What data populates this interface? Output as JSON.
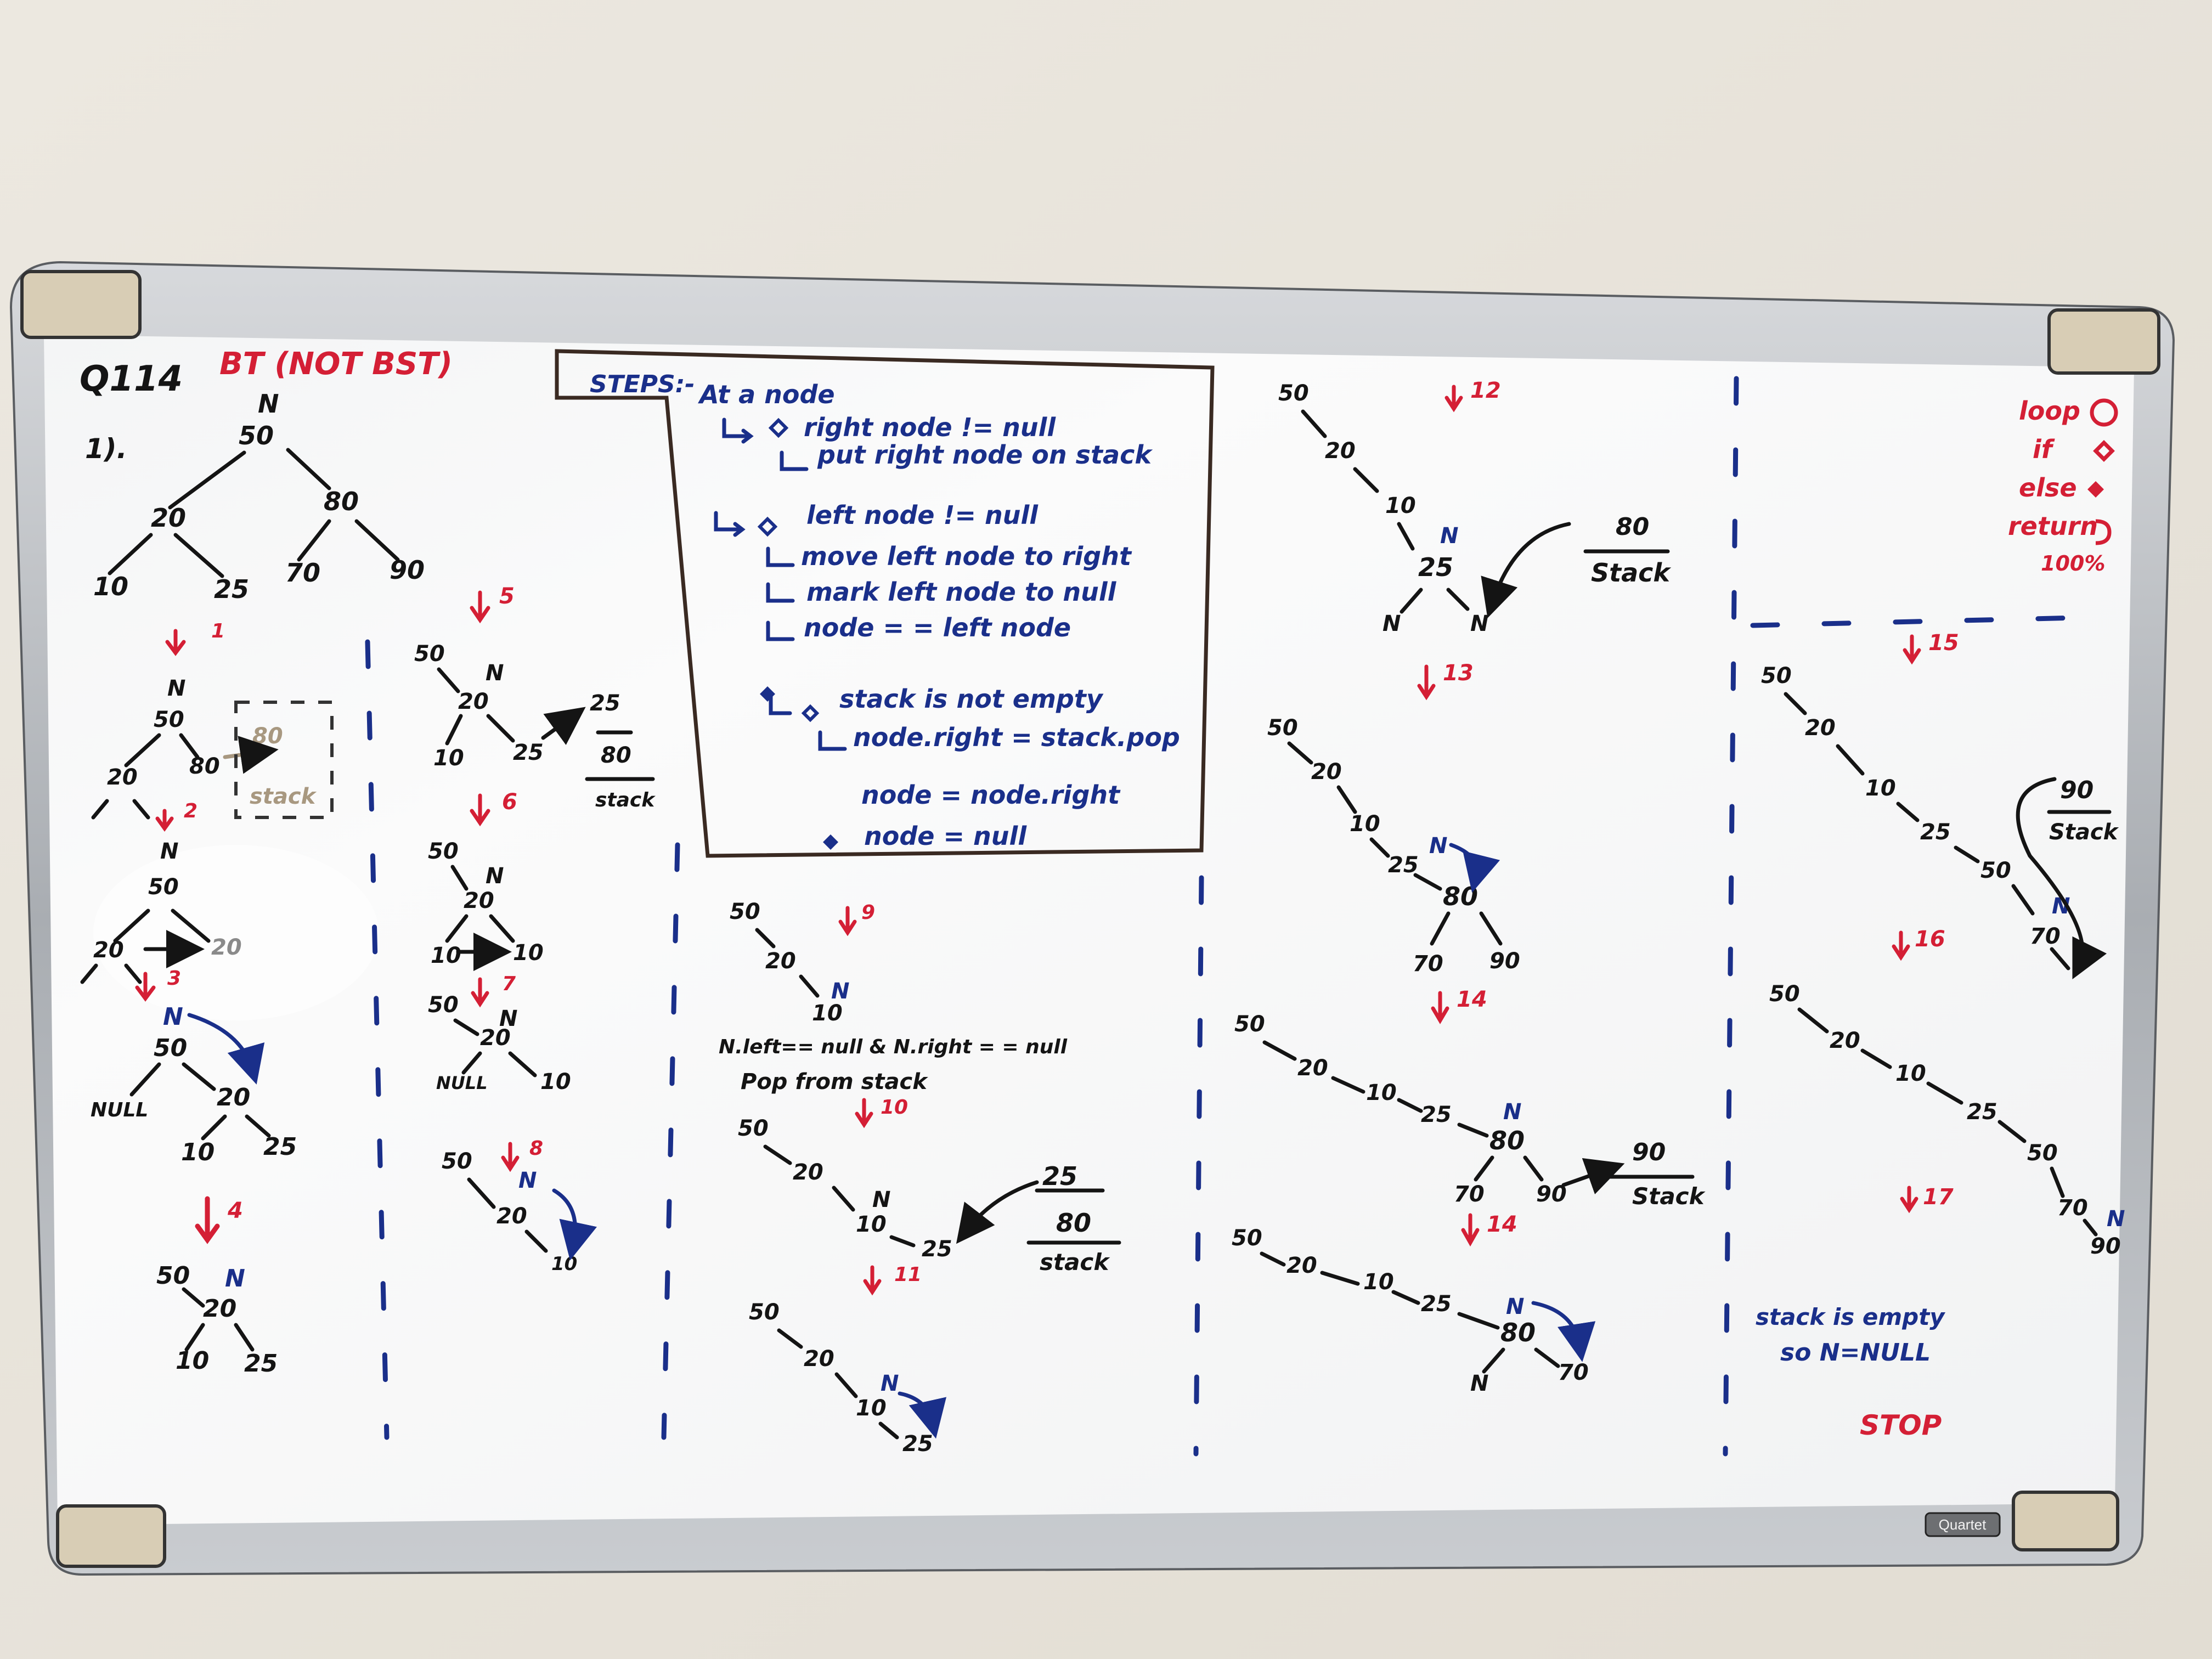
{
  "header": {
    "question": "Q114",
    "title": "BT (NOT BST)",
    "part": "1)."
  },
  "legend": {
    "loop": "loop",
    "if": "if",
    "else": "else",
    "return": "return",
    "num": "100%"
  },
  "steps_box": {
    "heading": "STEPS:-",
    "lines": [
      "At a node",
      "right node != null",
      "put right node on stack",
      "left node != null",
      "move left node to right",
      "mark left node to null",
      "node = = left node",
      "stack is not empty",
      "node.right = stack.pop",
      "node = node.right",
      "node = null"
    ]
  },
  "tree": {
    "n50": "50",
    "n20": "20",
    "n80": "80",
    "n10": "10",
    "n25": "25",
    "n70": "70",
    "n90": "90",
    "N": "N",
    "null": "NULL"
  },
  "step_labels": [
    "1",
    "2",
    "3",
    "4",
    "5",
    "6",
    "7",
    "8",
    "9",
    "10",
    "11",
    "12",
    "13",
    "14",
    "14",
    "15",
    "16",
    "17"
  ],
  "stack_label": "stack",
  "stack_label_cap": "Stack",
  "notes": {
    "cond": "N.left== null & N.right = = null",
    "pop": "Pop from stack",
    "empty1": "stack is empty",
    "empty2": "so N=NULL",
    "stop": "STOP"
  },
  "brand": "Quartet",
  "colors": {
    "black_marker": "#141414",
    "red_marker": "#d41f35",
    "blue_marker": "#1a2f8a",
    "frame": "#b9bcc0",
    "wall": "#e9e5dd"
  }
}
